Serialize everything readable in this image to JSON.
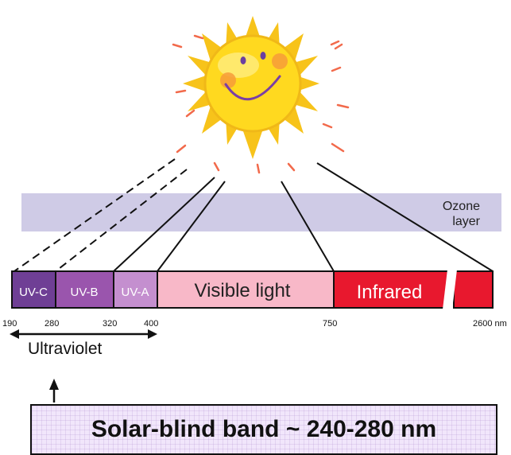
{
  "ozone": {
    "line1": "Ozone",
    "line2": "layer"
  },
  "bands": [
    {
      "label": "UV-C",
      "color": "#6f3f95"
    },
    {
      "label": "UV-B",
      "color": "#9a55ad"
    },
    {
      "label": "UV-A",
      "color": "#c48fcf"
    },
    {
      "label": "Visible light",
      "color": "#f8b8c8"
    },
    {
      "label": "Infrared",
      "color": "#e8182e"
    }
  ],
  "wavelength_ticks": [
    "190",
    "280",
    "320",
    "400",
    "750",
    "2600 nm"
  ],
  "ultraviolet_label": "Ultraviolet",
  "note": "Solar-blind band ~ 240-280 nm",
  "colors": {
    "ozone_band": "#cfcbe6",
    "sun": "#ffd21e",
    "ray": "#f26a4b"
  },
  "icons": [
    "sun-icon"
  ]
}
